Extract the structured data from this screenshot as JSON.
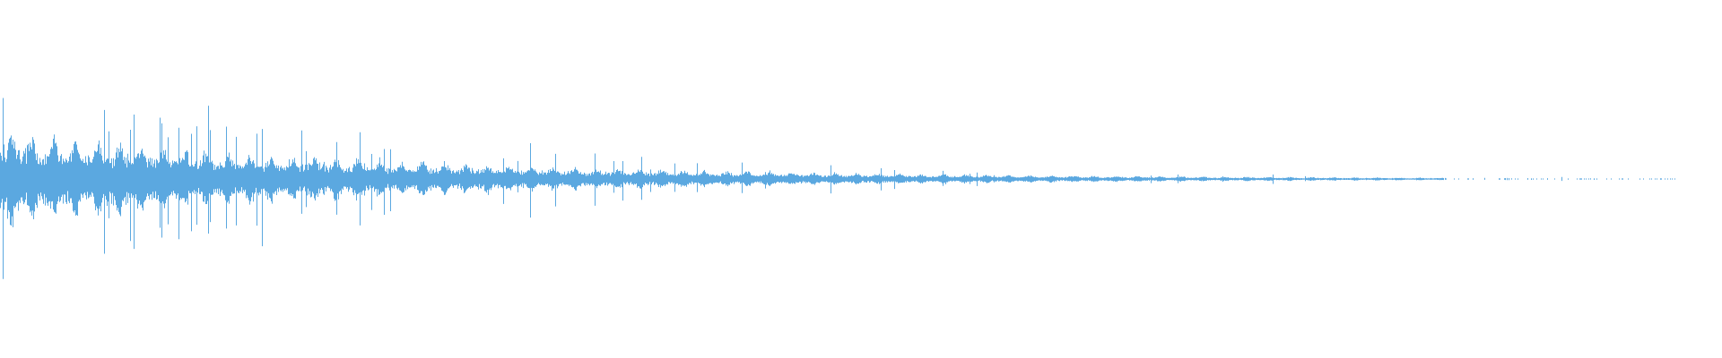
{
  "waveform": {
    "color": "#5ba8e0",
    "background": "#ffffff",
    "envelope": {
      "peak_amplitude_fraction": 0.91,
      "body_amplitude_fraction": 0.3,
      "decay_profile": "exponential",
      "signal_end_fraction": 0.975
    }
  }
}
